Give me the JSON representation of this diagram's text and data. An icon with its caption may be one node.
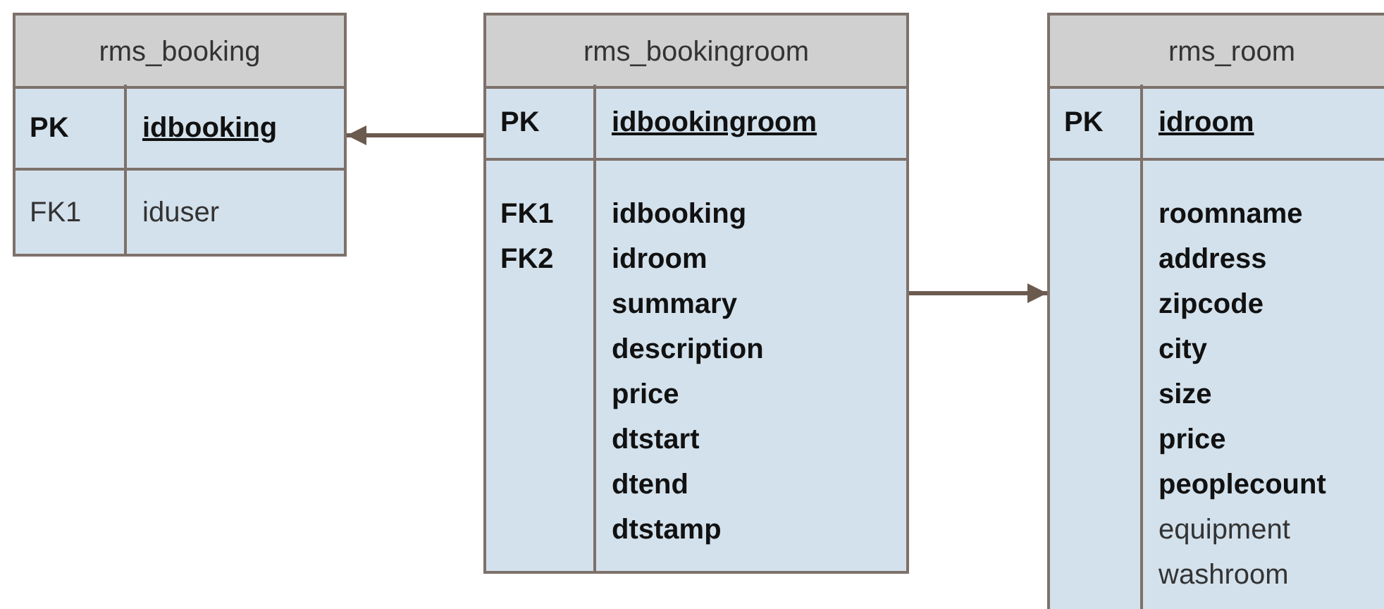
{
  "diagram": {
    "nodes": [
      {
        "text": [
          "rms_booking"
        ]
      },
      {
        "text": [
          "PK",
          "idbooking"
        ],
        "in": 0
      },
      {
        "text": [
          "FK1",
          "iduser"
        ],
        "in": 0
      },
      {
        "text": [
          "rms_bookingroom"
        ]
      },
      {
        "text": [
          "PK",
          "idbookingroom"
        ],
        "in": 3
      },
      {
        "text": [
          "**FK1 FK2**",
          "**idbooking idroom summary description price dtstart dtend dtstamp**"
        ],
        "in": 3
      },
      {
        "text": [
          "rms_room"
        ]
      },
      {
        "text": [
          "PK",
          "idroom"
        ],
        "in": 6
      },
      {
        "text": [
          "**roomname address zipcode city size price peoplecount** equipment washroom"
        ],
        "in": 6
      }
    ],
    "edges": [
      {
        "from": 3,
        "to": 0,
        "arrow": "to"
      },
      {
        "from": 3,
        "to": 6,
        "arrow": "to"
      }
    ]
  }
}
